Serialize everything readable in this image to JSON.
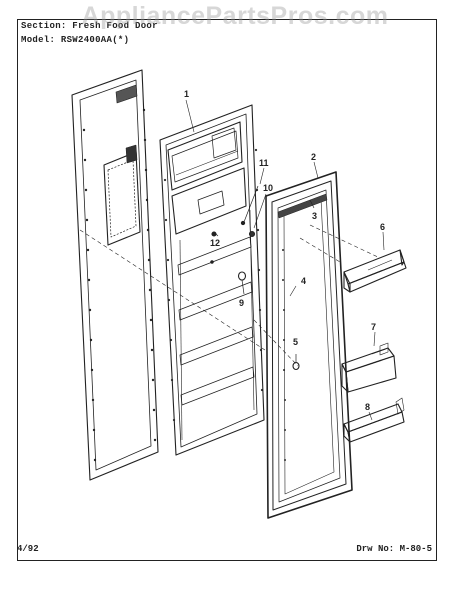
{
  "header": {
    "section_line": "Section: Fresh Food Door",
    "model_line": "Model: RSW2400AA(*)"
  },
  "watermark": "AppliancePartsPros.com",
  "footer": {
    "date": "4/92",
    "drawing": "Drw No: M-80-5"
  },
  "callouts": [
    "1",
    "2",
    "3",
    "4",
    "5",
    "6",
    "7",
    "8",
    "9",
    "10",
    "11",
    "12"
  ]
}
